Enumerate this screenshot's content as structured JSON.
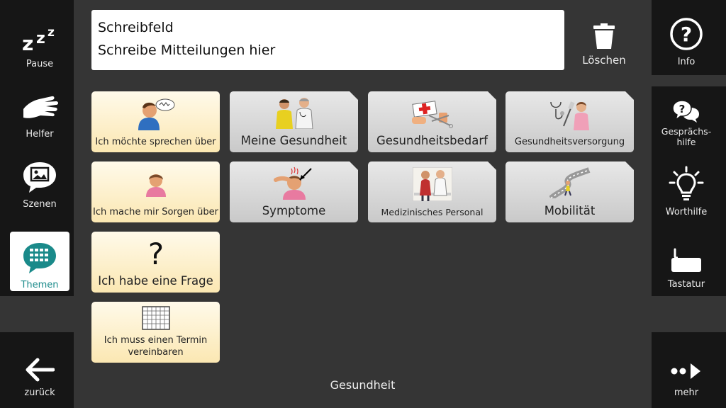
{
  "left_nav": [
    {
      "id": "pause",
      "label": "Pause",
      "icon": "sleep-zzz-icon"
    },
    {
      "id": "helfer",
      "label": "Helfer",
      "icon": "hand-icon"
    },
    {
      "id": "szenen",
      "label": "Szenen",
      "icon": "scene-image-icon"
    },
    {
      "id": "themen",
      "label": "Themen",
      "icon": "topics-grid-icon",
      "active": true
    }
  ],
  "back": {
    "label": "zurück",
    "icon": "arrow-left-icon"
  },
  "writebox": {
    "line1": "Schreibfeld",
    "line2": "Schreibe Mitteilungen hier"
  },
  "delete": {
    "label": "Löschen",
    "icon": "trash-icon"
  },
  "right_nav": [
    {
      "id": "info",
      "label": "Info",
      "icon": "help-circle-icon"
    },
    {
      "id": "gespraechshilfe",
      "label": "Gesprächs-\nhilfe",
      "icon": "speech-bubbles-icon"
    },
    {
      "id": "worthilfe",
      "label": "Worthilfe",
      "icon": "lightbulb-icon"
    },
    {
      "id": "tastatur",
      "label": "Tastatur",
      "icon": "keyboard-icon"
    }
  ],
  "more": {
    "label": "mehr",
    "icon": "more-arrow-icon"
  },
  "tiles": {
    "sprechen": "Ich möchte sprechen über",
    "gesundheit": "Meine Gesundheit",
    "bedarf": "Gesundheitsbedarf",
    "versorgung": "Gesundheitsversorgung",
    "sorgen": "Ich mache mir Sorgen über",
    "symptome": "Symptome",
    "personal": "Medizinisches Personal",
    "mobilitaet": "Mobilität",
    "frage": "Ich habe eine Frage",
    "termin": "Ich muss einen Termin vereinbaren"
  },
  "footer": {
    "title": "Gesundheit"
  }
}
